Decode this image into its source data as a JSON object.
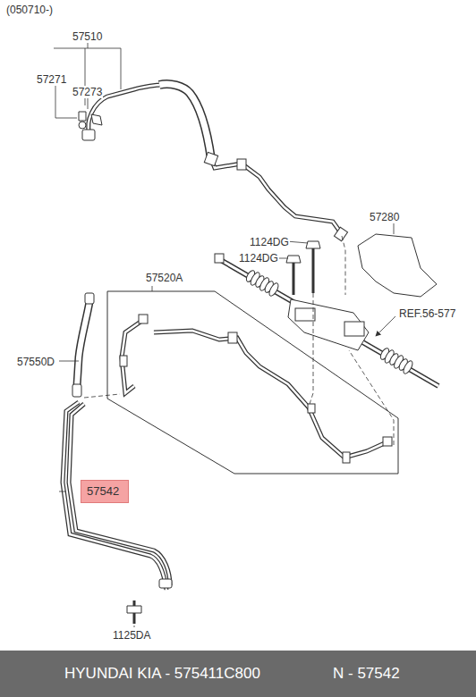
{
  "diagram": {
    "nodes": [
      {
        "text": [
          "57520A"
        ]
      },
      {
        "text": [
          "57542"
        ]
      },
      {
        "text": [
          "HYUNDAI KIA - 575411C800",
          "N - 57542"
        ]
      }
    ],
    "edges": [],
    "labels": [
      "(050710-)",
      "57510",
      "57271",
      "57273",
      "57280",
      "1124DG",
      "1124DG",
      "REF.56-577",
      "57550D",
      "1125DA"
    ]
  }
}
